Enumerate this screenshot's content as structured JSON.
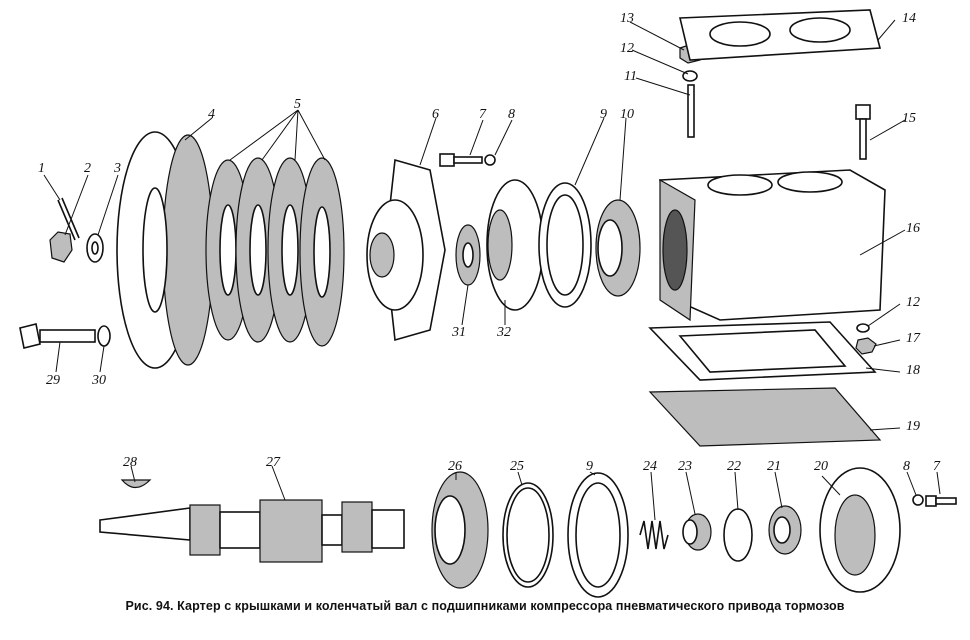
{
  "caption": "Рис. 94. Картер с крышками и коленчатый вал с подшипниками компрессора пневматического привода тормозов",
  "labels": {
    "p1": "1",
    "p2": "2",
    "p3": "3",
    "p4": "4",
    "p5": "5",
    "p6": "6",
    "p7a": "7",
    "p8a": "8",
    "p9a": "9",
    "p10": "10",
    "p11": "11",
    "p12a": "12",
    "p13": "13",
    "p14": "14",
    "p15": "15",
    "p16": "16",
    "p12b": "12",
    "p17": "17",
    "p18": "18",
    "p19": "19",
    "p29": "29",
    "p30": "30",
    "p31": "31",
    "p32": "32",
    "p28": "28",
    "p27": "27",
    "p26": "26",
    "p25": "25",
    "p9b": "9",
    "p24": "24",
    "p23": "23",
    "p22": "22",
    "p21": "21",
    "p20": "20",
    "p8b": "8",
    "p7b": "7"
  }
}
